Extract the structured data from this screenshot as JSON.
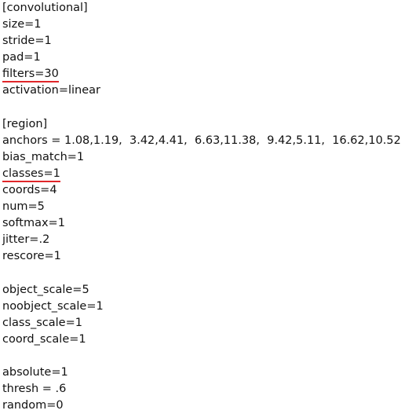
{
  "accent_color": "#e0262a",
  "lines": [
    {
      "text": "[convolutional]",
      "highlight": false
    },
    {
      "text": "size=1",
      "highlight": false
    },
    {
      "text": "stride=1",
      "highlight": false
    },
    {
      "text": "pad=1",
      "highlight": false
    },
    {
      "text": "filters=30",
      "highlight": true
    },
    {
      "text": "activation=linear",
      "highlight": false
    },
    {
      "text": "",
      "highlight": false
    },
    {
      "text": "[region]",
      "highlight": false
    },
    {
      "text": "anchors = 1.08,1.19,  3.42,4.41,  6.63,11.38,  9.42,5.11,  16.62,10.52",
      "highlight": false
    },
    {
      "text": "bias_match=1",
      "highlight": false
    },
    {
      "text": "classes=1",
      "highlight": true
    },
    {
      "text": "coords=4",
      "highlight": false
    },
    {
      "text": "num=5",
      "highlight": false
    },
    {
      "text": "softmax=1",
      "highlight": false
    },
    {
      "text": "jitter=.2",
      "highlight": false
    },
    {
      "text": "rescore=1",
      "highlight": false
    },
    {
      "text": "",
      "highlight": false
    },
    {
      "text": "object_scale=5",
      "highlight": false
    },
    {
      "text": "noobject_scale=1",
      "highlight": false
    },
    {
      "text": "class_scale=1",
      "highlight": false
    },
    {
      "text": "coord_scale=1",
      "highlight": false
    },
    {
      "text": "",
      "highlight": false
    },
    {
      "text": "absolute=1",
      "highlight": false
    },
    {
      "text": "thresh = .6",
      "highlight": false
    },
    {
      "text": "random=0",
      "highlight": false
    }
  ]
}
